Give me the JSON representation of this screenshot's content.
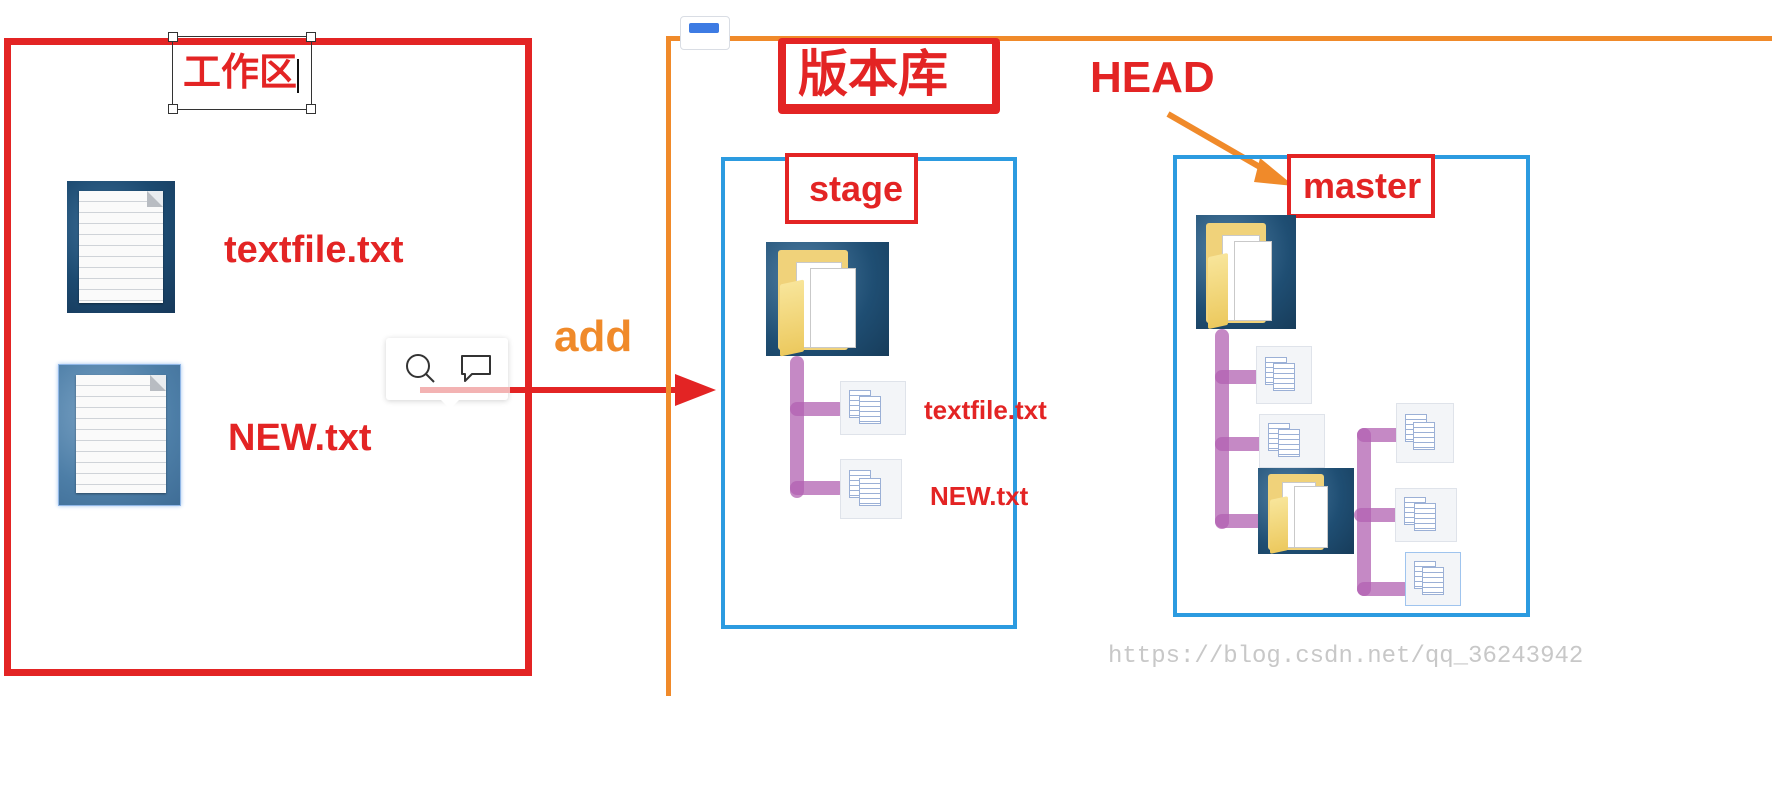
{
  "workspace": {
    "title": "工作区",
    "files": [
      "textfile.txt",
      "NEW.txt"
    ]
  },
  "arrow": {
    "label": "add"
  },
  "repository": {
    "title": "版本库",
    "head_label": "HEAD",
    "stage": {
      "title": "stage",
      "files": [
        "textfile.txt",
        "NEW.txt"
      ]
    },
    "master": {
      "title": "master"
    }
  },
  "toolbar": {
    "search_icon": "search-icon",
    "comment_icon": "comment-icon"
  },
  "watermark": "https://blog.csdn.net/qq_36243942",
  "colors": {
    "workspace_border": "#e32424",
    "repo_border": "#f08a2a",
    "stage_border": "#2c9be0",
    "label_red": "#e32424",
    "add_orange": "#f08a2a",
    "tree_purple": "#b262b2"
  }
}
